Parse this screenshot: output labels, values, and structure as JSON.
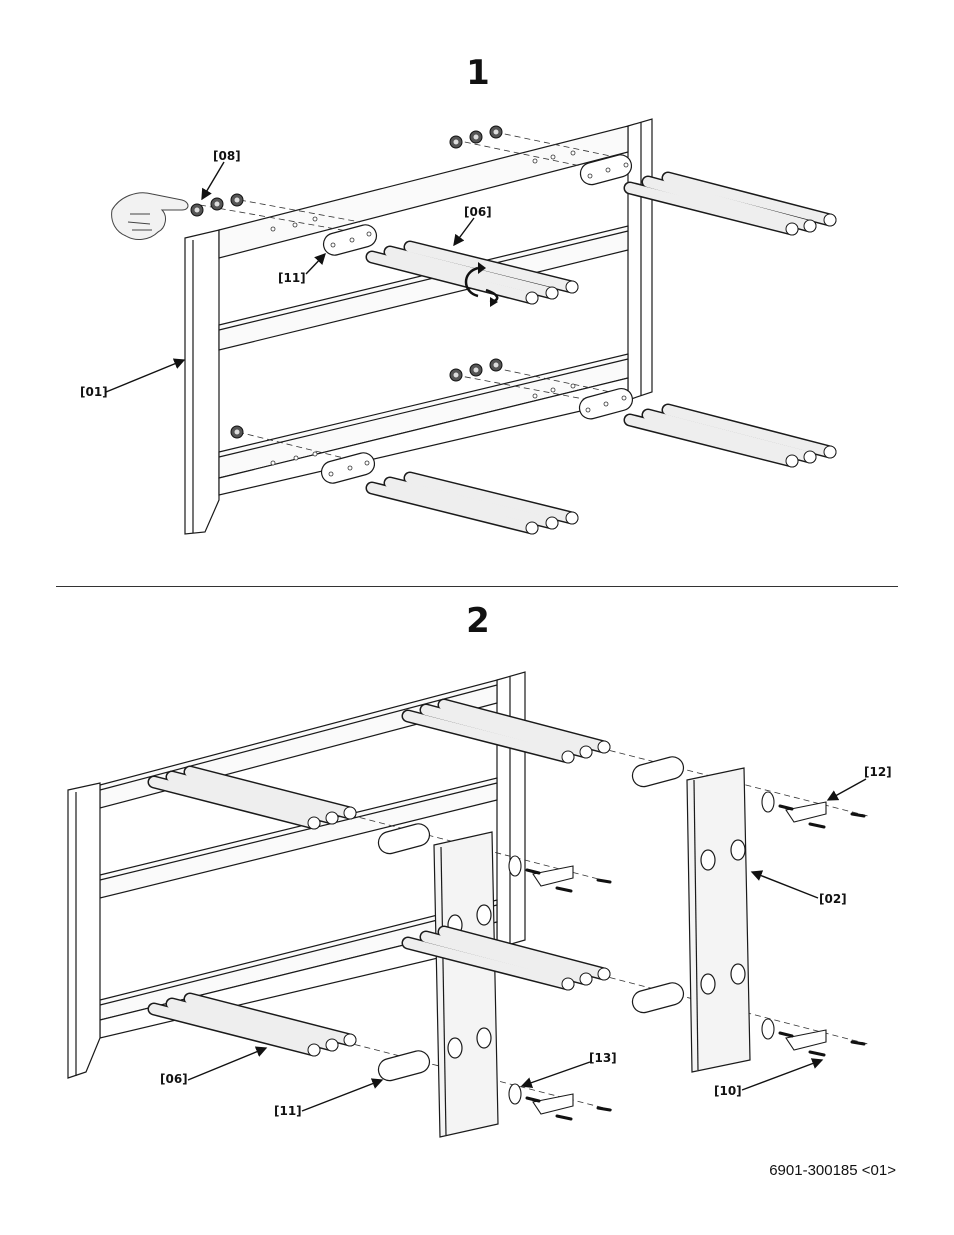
{
  "steps": [
    {
      "number": "1",
      "callouts": {
        "part_08": "[08]",
        "part_06": "[06]",
        "part_11": "[11]",
        "part_01": "[01]"
      }
    },
    {
      "number": "2",
      "callouts": {
        "part_12": "[12]",
        "part_02": "[02]",
        "part_06": "[06]",
        "part_11": "[11]",
        "part_13": "[13]",
        "part_10": "[10]"
      }
    }
  ],
  "document_code": "6901-300185 <01>",
  "colors": {
    "line": "#1a1a1a",
    "rod_fill": "#e6e6e6",
    "panel_fill": "#f4f4f4"
  },
  "icons": [
    "hand-icon",
    "rotate-arrow-icon"
  ]
}
